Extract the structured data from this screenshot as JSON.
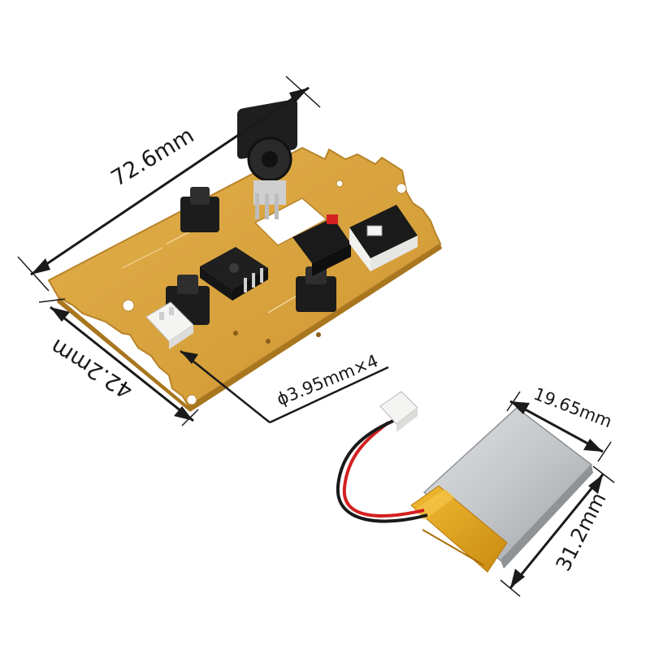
{
  "dimensions": {
    "board_length": "72.6mm",
    "board_width": "42.2mm",
    "hole": "ϕ3.95mm×4",
    "battery_width": "19.65mm",
    "battery_length": "31.2mm"
  },
  "colors": {
    "pcb": "#d9a33c",
    "pcb_edge": "#b8832a",
    "switch_black": "#1c1c1c",
    "battery_silver": "#c9cccf",
    "battery_tape": "#e6a216",
    "wire_red": "#d42020",
    "connector_white": "#f4f4f2"
  }
}
